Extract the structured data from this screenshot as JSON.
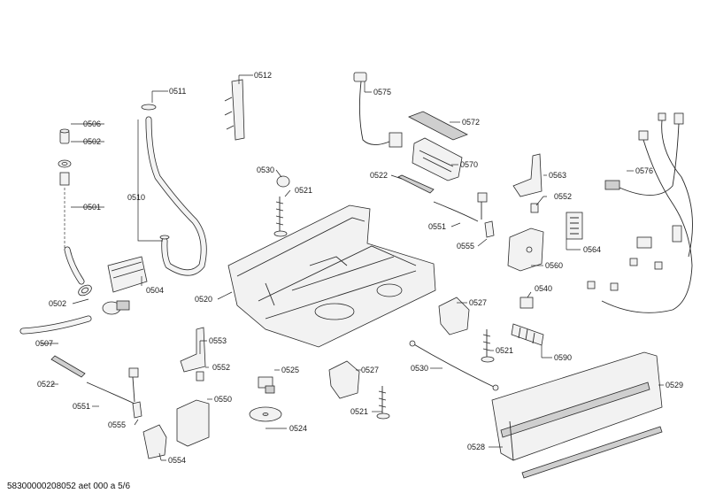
{
  "footer_code": "58300000208052 aet 000 a 5/6",
  "labels": [
    {
      "id": "0506",
      "text": "0506"
    },
    {
      "id": "0502a",
      "text": "0502"
    },
    {
      "id": "0501",
      "text": "0501"
    },
    {
      "id": "0502b",
      "text": "0502"
    },
    {
      "id": "0507",
      "text": "0507"
    },
    {
      "id": "0511",
      "text": "0511"
    },
    {
      "id": "0510",
      "text": "0510"
    },
    {
      "id": "0504",
      "text": "0504"
    },
    {
      "id": "0512",
      "text": "0512"
    },
    {
      "id": "0530a",
      "text": "0530"
    },
    {
      "id": "0521a",
      "text": "0521"
    },
    {
      "id": "0520",
      "text": "0520"
    },
    {
      "id": "0575",
      "text": "0575"
    },
    {
      "id": "0572",
      "text": "0572"
    },
    {
      "id": "0570",
      "text": "0570"
    },
    {
      "id": "0522a",
      "text": "0522"
    },
    {
      "id": "0551a",
      "text": "0551"
    },
    {
      "id": "0555a",
      "text": "0555"
    },
    {
      "id": "0563",
      "text": "0563"
    },
    {
      "id": "0552a",
      "text": "0552"
    },
    {
      "id": "0564",
      "text": "0564"
    },
    {
      "id": "0560",
      "text": "0560"
    },
    {
      "id": "0576",
      "text": "0576"
    },
    {
      "id": "0540",
      "text": "0540"
    },
    {
      "id": "0527a",
      "text": "0527"
    },
    {
      "id": "0521b",
      "text": "0521"
    },
    {
      "id": "0590",
      "text": "0590"
    },
    {
      "id": "0529",
      "text": "0529"
    },
    {
      "id": "0530b",
      "text": "0530"
    },
    {
      "id": "0527b",
      "text": "0527"
    },
    {
      "id": "0521c",
      "text": "0521"
    },
    {
      "id": "0528",
      "text": "0528"
    },
    {
      "id": "0553",
      "text": "0553"
    },
    {
      "id": "0552b",
      "text": "0552"
    },
    {
      "id": "0550",
      "text": "0550"
    },
    {
      "id": "0525",
      "text": "0525"
    },
    {
      "id": "0524",
      "text": "0524"
    },
    {
      "id": "0522b",
      "text": "0522"
    },
    {
      "id": "0551b",
      "text": "0551"
    },
    {
      "id": "0555b",
      "text": "0555"
    },
    {
      "id": "0554",
      "text": "0554"
    }
  ]
}
